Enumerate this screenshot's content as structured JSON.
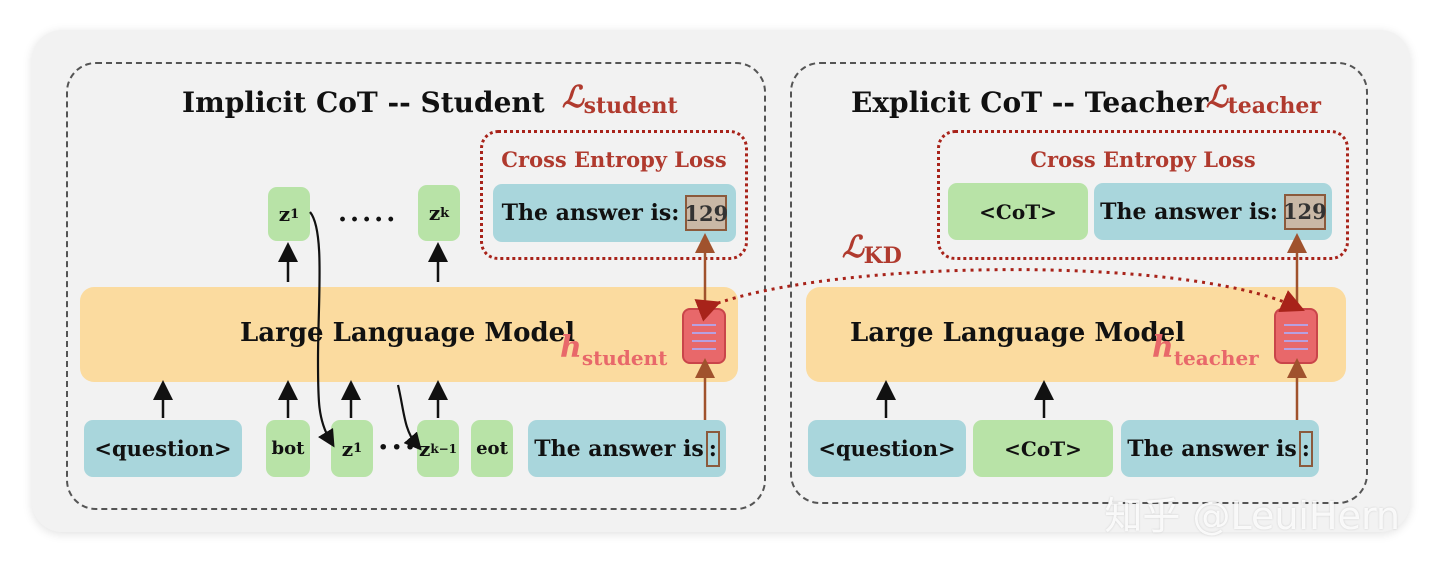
{
  "student": {
    "title": "Implicit CoT -- Student",
    "loss_symbol": "ℒ",
    "loss_sub": "student",
    "ce_title": "Cross Entropy Loss",
    "answer_label": "The answer is:",
    "answer_value": "129",
    "llm_label": "Large Language Model",
    "h_symbol": "h",
    "h_sub": "student",
    "question": "<question>",
    "bot": "bot",
    "z1": "z",
    "z1_sub": "1",
    "zk1": "z",
    "zk1_sub": "k−1",
    "eot": "eot",
    "answer_input": "The answer is",
    "out_z1": "z",
    "out_z1_sub": "1",
    "out_zk": "z",
    "out_zk_sub": "k",
    "out_dots": ".....",
    "in_dots": "···"
  },
  "teacher": {
    "title": "Explicit CoT -- Teacher",
    "loss_symbol": "ℒ",
    "loss_sub": "teacher",
    "ce_title": "Cross Entropy Loss",
    "cot_out": "<CoT>",
    "answer_label": "The answer is:",
    "answer_value": "129",
    "llm_label": "Large Language Model",
    "h_symbol": "h",
    "h_sub": "teacher",
    "question": "<question>",
    "cot_in": "<CoT>",
    "answer_input": "The answer is"
  },
  "kd": {
    "symbol": "ℒ",
    "sub": "KD"
  },
  "watermark": "知乎 @LeuiHern",
  "colors": {
    "blue_box": "#a9d6dc",
    "green_box": "#b8e3a7",
    "llm": "#fbdb9f",
    "loss_red": "#b03a2e",
    "hidden_red": "#e8686a",
    "arrow_brown": "#a0522d"
  }
}
